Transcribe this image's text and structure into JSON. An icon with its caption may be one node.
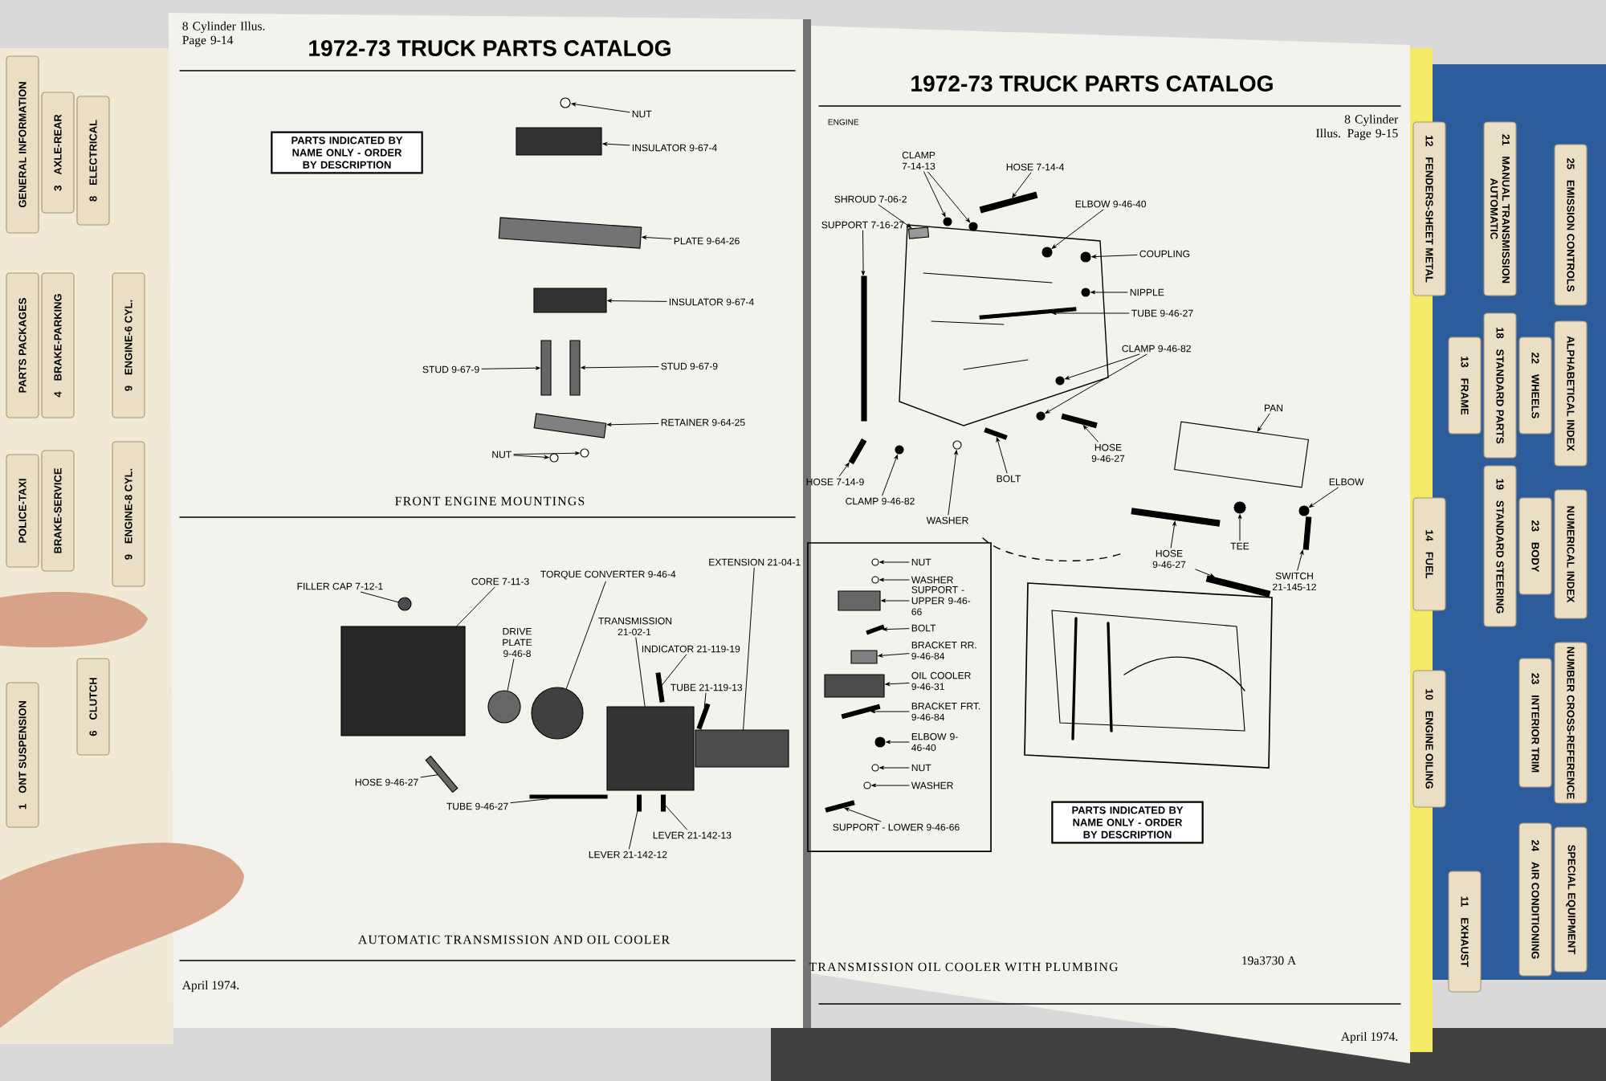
{
  "diagram": {
    "nodes": [
      {
        "text": [
          "GENERAL INFORMATION"
        ]
      },
      {
        "text": [
          "3",
          "AXLE-REAR"
        ]
      },
      {
        "text": [
          "8",
          "ELECTRICAL"
        ]
      },
      {
        "text": [
          "PARTS PACKAGES"
        ]
      },
      {
        "text": [
          "4",
          "BRAKE-PARKING"
        ]
      },
      {
        "text": [
          "9",
          "ENGINE-6 CYL."
        ]
      },
      {
        "text": [
          "POLICE-TAXI"
        ]
      },
      {
        "text": [
          "BRAKE-SERVICE"
        ]
      },
      {
        "text": [
          "9",
          "ENGINE-8 CYL."
        ]
      },
      {
        "text": [
          "6",
          "CLUTCH"
        ]
      },
      {
        "text": [
          "1",
          "ONT SUSPENSION"
        ]
      },
      {
        "text": [
          "12",
          "FENDERS-SHEET METAL"
        ]
      },
      {
        "text": [
          "21",
          "MANUAL TRANSMISSION",
          "AUTOMATIC"
        ]
      },
      {
        "text": [
          "25",
          "EMISSION CONTROLS"
        ]
      },
      {
        "text": [
          "13",
          "FRAME"
        ]
      },
      {
        "text": [
          "18",
          "STANDARD PARTS"
        ]
      },
      {
        "text": [
          "22",
          "WHEELS"
        ]
      },
      {
        "text": [
          "ALPHABETICAL INDEX"
        ]
      },
      {
        "text": [
          "14",
          "FUEL"
        ]
      },
      {
        "text": [
          "19",
          "STANDARD STEERING"
        ]
      },
      {
        "text": [
          "23",
          "BODY"
        ]
      },
      {
        "text": [
          "NUMERICAL INDEX"
        ]
      },
      {
        "text": [
          "10",
          "ENGINE OILING"
        ]
      },
      {
        "text": [
          "23",
          "INTERIOR TRIM"
        ]
      },
      {
        "text": [
          "NUMBER CROSS-REFERENCE"
        ]
      },
      {
        "text": [
          "24",
          "AIR CONDITIONING"
        ]
      },
      {
        "text": [
          "SPECIAL EQUIPMENT"
        ]
      },
      {
        "text": [
          "11",
          "EXHAUST"
        ]
      },
      {
        "text": [
          "PARTS INDICATED BY NAME ONLY - ORDER BY DESCRIPTION"
        ]
      },
      {
        "text": [
          "NUT"
        ]
      },
      {
        "text": [
          "INSULATOR 9-67-4"
        ]
      },
      {
        "text": [
          "PLATE 9-64-26"
        ]
      },
      {
        "text": [
          "INSULATOR 9-67-4"
        ]
      },
      {
        "text": [
          "STUD 9-67-9"
        ]
      },
      {
        "text": [
          "STUD 9-67-9"
        ]
      },
      {
        "text": [
          "RETAINER 9-64-25"
        ]
      },
      {
        "text": [
          "NUT"
        ]
      },
      {
        "text": [
          "FILLER CAP 7-12-1"
        ]
      },
      {
        "text": [
          "CORE 7-11-3"
        ]
      },
      {
        "text": [
          "DRIVE PLATE 9-46-8"
        ]
      },
      {
        "text": [
          "TORQUE CONVERTER 9-46-4"
        ]
      },
      {
        "text": [
          "TRANSMISSION 21-02-1"
        ]
      },
      {
        "text": [
          "INDICATOR 21-119-19"
        ]
      },
      {
        "text": [
          "TUBE 21-119-13"
        ]
      },
      {
        "text": [
          "EXTENSION 21-04-1"
        ]
      },
      {
        "text": [
          "HOSE 9-46-27"
        ]
      },
      {
        "text": [
          "TUBE 9-46-27"
        ]
      },
      {
        "text": [
          "LEVER 21-142-13"
        ]
      },
      {
        "text": [
          "LEVER 21-142-12"
        ]
      },
      {
        "text": [
          "CLAMP 7-14-13"
        ]
      },
      {
        "text": [
          "HOSE 7-14-4"
        ]
      },
      {
        "text": [
          "SHROUD 7-06-2"
        ]
      },
      {
        "text": [
          "SUPPORT 7-16-27"
        ]
      },
      {
        "text": [
          "ELBOW 9-46-40"
        ]
      },
      {
        "text": [
          "COUPLING"
        ]
      },
      {
        "text": [
          "NIPPLE"
        ]
      },
      {
        "text": [
          "TUBE 9-46-27"
        ]
      },
      {
        "text": [
          "CLAMP 9-46-82"
        ]
      },
      {
        "text": [
          "HOSE 9-46-27"
        ]
      },
      {
        "text": [
          "BOLT"
        ]
      },
      {
        "text": [
          "WASHER"
        ]
      },
      {
        "text": [
          "CLAMP 9-46-82"
        ]
      },
      {
        "text": [
          "HOSE 7-14-9"
        ]
      },
      {
        "text": [
          "PAN"
        ]
      },
      {
        "text": [
          "ELBOW"
        ]
      },
      {
        "text": [
          "TEE"
        ]
      },
      {
        "text": [
          "HOSE 9-46-27"
        ]
      },
      {
        "text": [
          "SWITCH 21-145-12"
        ]
      },
      {
        "text": [],
        "shape": "box"
      },
      {
        "text": [
          "NUT"
        ],
        "in": 68
      },
      {
        "text": [
          "WASHER"
        ],
        "in": 68
      },
      {
        "text": [
          "SUPPORT - UPPER 9-46-66"
        ],
        "in": 68
      },
      {
        "text": [
          "BOLT"
        ],
        "in": 68
      },
      {
        "text": [
          "BRACKET RR. 9-46-84"
        ],
        "in": 68
      },
      {
        "text": [
          "OIL COOLER 9-46-31"
        ],
        "in": 68
      },
      {
        "text": [
          "BRACKET FRT. 9-46-84"
        ],
        "in": 68
      },
      {
        "text": [
          "ELBOW 9-46-40"
        ],
        "in": 68
      },
      {
        "text": [
          "NUT"
        ],
        "in": 68
      },
      {
        "text": [
          "WASHER"
        ],
        "in": 68
      },
      {
        "text": [
          "SUPPORT - LOWER 9-46-66"
        ],
        "in": 68
      },
      {
        "text": [
          "PARTS INDICATED BY NAME ONLY - ORDER BY DESCRIPTION"
        ]
      },
      {
        "text": [],
        "shape": "circle"
      },
      {
        "text": [],
        "shape": "box"
      },
      {
        "text": [],
        "shape": "box"
      },
      {
        "text": [],
        "shape": "box"
      },
      {
        "text": [],
        "shape": "bar"
      },
      {
        "text": [],
        "shape": "bar"
      },
      {
        "text": [],
        "shape": "box"
      },
      {
        "text": [],
        "shape": "circle"
      },
      {
        "text": [],
        "shape": "circle"
      },
      {
        "text": [],
        "shape": "circle"
      },
      {
        "text": [],
        "shape": "box"
      },
      {
        "text": [],
        "shape": "circle"
      },
      {
        "text": [],
        "shape": "circle"
      },
      {
        "text": [],
        "shape": "box"
      },
      {
        "text": [],
        "shape": "bar"
      },
      {
        "text": [],
        "shape": "bar"
      },
      {
        "text": [],
        "shape": "box"
      },
      {
        "text": [],
        "shape": "bar"
      },
      {
        "text": [],
        "shape": "bar"
      },
      {
        "text": [],
        "shape": "bar"
      },
      {
        "text": [],
        "shape": "bar"
      },
      {
        "text": [],
        "shape": "circle"
      },
      {
        "text": [],
        "shape": "circle"
      },
      {
        "text": [],
        "shape": "bar"
      },
      {
        "text": [],
        "shape": "box"
      },
      {
        "text": [],
        "shape": "bar"
      },
      {
        "text": [],
        "shape": "circle"
      },
      {
        "text": [],
        "shape": "circle"
      },
      {
        "text": [],
        "shape": "circle"
      },
      {
        "text": [],
        "shape": "bar"
      },
      {
        "text": [],
        "shape": "circle"
      },
      {
        "text": [],
        "shape": "circle"
      },
      {
        "text": [],
        "shape": "bar"
      },
      {
        "text": [],
        "shape": "bar"
      },
      {
        "text": [],
        "shape": "circle"
      },
      {
        "text": [],
        "shape": "circle"
      },
      {
        "text": [],
        "shape": "bar"
      },
      {
        "text": [],
        "shape": "box"
      },
      {
        "text": [],
        "shape": "circle"
      },
      {
        "text": [],
        "shape": "circle"
      },
      {
        "text": [],
        "shape": "bar"
      },
      {
        "text": [],
        "shape": "bar"
      },
      {
        "text": [],
        "shape": "bar"
      },
      {
        "text": [],
        "shape": "circle",
        "in": 68
      },
      {
        "text": [],
        "shape": "circle",
        "in": 68
      },
      {
        "text": [],
        "shape": "box",
        "in": 68
      },
      {
        "text": [],
        "shape": "bar",
        "in": 68
      },
      {
        "text": [],
        "shape": "box",
        "in": 68
      },
      {
        "text": [],
        "shape": "box",
        "in": 68
      },
      {
        "text": [],
        "shape": "bar",
        "in": 68
      },
      {
        "text": [],
        "shape": "circle",
        "in": 68
      },
      {
        "text": [],
        "shape": "circle",
        "in": 68
      },
      {
        "text": [],
        "shape": "circle",
        "in": 68
      },
      {
        "text": [],
        "shape": "bar",
        "in": 68
      }
    ],
    "edges": [
      {
        "from": 29,
        "to": 81,
        "arrow": "to"
      },
      {
        "from": 30,
        "to": 82,
        "arrow": "to"
      },
      {
        "from": 31,
        "to": 83,
        "arrow": "to"
      },
      {
        "from": 32,
        "to": 84,
        "arrow": "to"
      },
      {
        "from": 33,
        "to": 85,
        "arrow": "to"
      },
      {
        "from": 34,
        "to": 86,
        "arrow": "to"
      },
      {
        "from": 35,
        "to": 87,
        "arrow": "to"
      },
      {
        "from": 36,
        "to": 88,
        "arrow": "to"
      },
      {
        "from": 36,
        "to": 89,
        "arrow": "to"
      },
      {
        "from": 37,
        "to": 90,
        "arrow": "none"
      },
      {
        "from": 38,
        "to": 91,
        "arrow": "none"
      },
      {
        "from": 39,
        "to": 92,
        "arrow": "none"
      },
      {
        "from": 40,
        "to": 93,
        "arrow": "none"
      },
      {
        "from": 41,
        "to": 94,
        "arrow": "none"
      },
      {
        "from": 42,
        "to": 95,
        "arrow": "none"
      },
      {
        "from": 43,
        "to": 96,
        "arrow": "none"
      },
      {
        "from": 44,
        "to": 97,
        "arrow": "none"
      },
      {
        "from": 45,
        "to": 98,
        "arrow": "none"
      },
      {
        "from": 46,
        "to": 99,
        "arrow": "none"
      },
      {
        "from": 47,
        "to": 100,
        "arrow": "none"
      },
      {
        "from": 48,
        "to": 101,
        "arrow": "none"
      },
      {
        "from": 49,
        "to": 102,
        "arrow": "to"
      },
      {
        "from": 49,
        "to": 103,
        "arrow": "to"
      },
      {
        "from": 50,
        "to": 104,
        "arrow": "to"
      },
      {
        "from": 51,
        "to": 105,
        "arrow": "to"
      },
      {
        "from": 52,
        "to": 106,
        "arrow": "to"
      },
      {
        "from": 53,
        "to": 107,
        "arrow": "to"
      },
      {
        "from": 54,
        "to": 108,
        "arrow": "to"
      },
      {
        "from": 55,
        "to": 109,
        "arrow": "to"
      },
      {
        "from": 56,
        "to": 110,
        "arrow": "to"
      },
      {
        "from": 57,
        "to": 111,
        "arrow": "to"
      },
      {
        "from": 57,
        "to": 112,
        "arrow": "to"
      },
      {
        "from": 58,
        "to": 113,
        "arrow": "to"
      },
      {
        "from": 59,
        "to": 114,
        "arrow": "to"
      },
      {
        "from": 60,
        "to": 115,
        "arrow": "to"
      },
      {
        "from": 61,
        "to": 116,
        "arrow": "to"
      },
      {
        "from": 62,
        "to": 117,
        "arrow": "to"
      },
      {
        "from": 63,
        "to": 118,
        "arrow": "to"
      },
      {
        "from": 64,
        "to": 119,
        "arrow": "to"
      },
      {
        "from": 65,
        "to": 120,
        "arrow": "to"
      },
      {
        "from": 66,
        "to": 121,
        "arrow": "to"
      },
      {
        "from": 66,
        "to": 122,
        "arrow": "to"
      },
      {
        "from": 67,
        "to": 123,
        "arrow": "to"
      },
      {
        "from": 69,
        "to": 124,
        "arrow": "to"
      },
      {
        "from": 70,
        "to": 125,
        "arrow": "to"
      },
      {
        "from": 71,
        "to": 126,
        "arrow": "to"
      },
      {
        "from": 72,
        "to": 127,
        "arrow": "to"
      },
      {
        "from": 73,
        "to": 128,
        "arrow": "to"
      },
      {
        "from": 74,
        "to": 129,
        "arrow": "to"
      },
      {
        "from": 75,
        "to": 130,
        "arrow": "to"
      },
      {
        "from": 76,
        "to": 131,
        "arrow": "to"
      },
      {
        "from": 77,
        "to": 132,
        "arrow": "to"
      },
      {
        "from": 78,
        "to": 133,
        "arrow": "to"
      },
      {
        "from": 79,
        "to": 134,
        "arrow": "to"
      }
    ],
    "labels": [
      "8 Cylinder Illus. Page 9-14",
      "1972-73 TRUCK PARTS CATALOG",
      "FRONT ENGINE MOUNTINGS",
      "AUTOMATIC TRANSMISSION AND OIL COOLER",
      "April 1974.",
      "ENGINE",
      "1972-73 TRUCK PARTS CATALOG",
      "8 Cylinder Illus. Page 9-15",
      "TRANSMISSION OIL COOLER WITH PLUMBING",
      "19a3730 A",
      "April 1974."
    ]
  }
}
